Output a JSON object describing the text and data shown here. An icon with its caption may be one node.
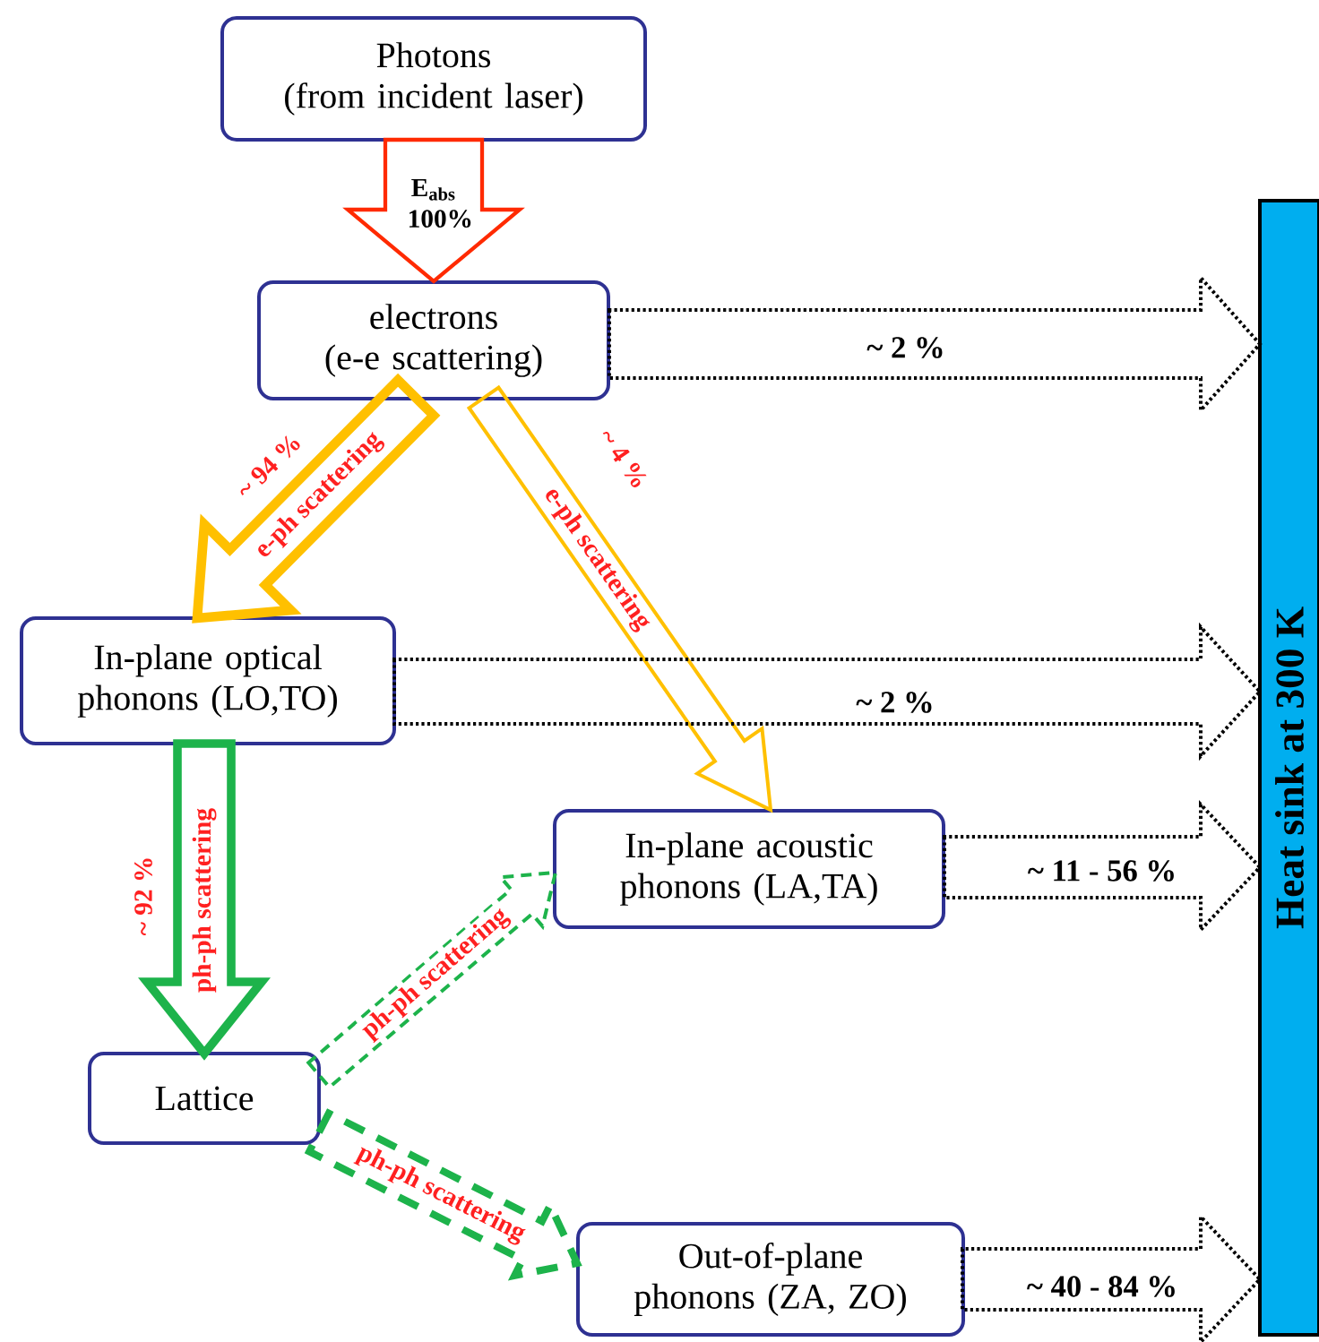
{
  "diagram": {
    "nodes": [
      {
        "text": [
          "Photons",
          "(from incident laser)"
        ]
      },
      {
        "text": [
          "electrons",
          "(e-e scattering)"
        ]
      },
      {
        "text": [
          "In-plane optical phonons (LO,TO)"
        ]
      },
      {
        "text": [
          "In-plane acoustic phonons (LA,TA)"
        ]
      },
      {
        "text": [
          "Lattice"
        ]
      },
      {
        "text": [
          "Out-of-plane phonons (ZA, ZO)"
        ]
      },
      {
        "text": [
          "Heat sink at 300 K"
        ]
      }
    ],
    "edges": [
      {
        "from": 0,
        "to": 1,
        "arrow": "to",
        "label": "E$_{abs}$ 100%",
        "color": "#ff2a00"
      },
      {
        "from": 1,
        "to": 2,
        "arrow": "to",
        "label": "e-ph scattering",
        "style": "thick",
        "color": "#ffc000"
      },
      {
        "from": 1,
        "to": 3,
        "arrow": "to",
        "label": "e-ph scattering",
        "color": "#ffc000"
      },
      {
        "from": 2,
        "to": 4,
        "arrow": "to",
        "label": "ph-ph scattering",
        "style": "thick",
        "color": "#1db34b"
      },
      {
        "from": 4,
        "to": 3,
        "arrow": "to",
        "label": "ph-ph scattering",
        "style": "dashed",
        "color": "#1db34b"
      },
      {
        "from": 4,
        "to": 5,
        "arrow": "to",
        "label": "ph-ph scattering",
        "style": "dashed",
        "color": "#1db34b"
      },
      {
        "from": 1,
        "to": 6,
        "arrow": "to",
        "label": "~ 2 %",
        "style": "dashed",
        "color": "#000000"
      },
      {
        "from": 2,
        "to": 6,
        "arrow": "to",
        "label": "~ 2 %",
        "style": "dashed",
        "color": "#000000"
      },
      {
        "from": 3,
        "to": 6,
        "arrow": "to",
        "label": "~ 11 - 56 %",
        "style": "dashed",
        "color": "#000000"
      },
      {
        "from": 5,
        "to": 6,
        "arrow": "to",
        "label": "~ 40 - 84 %",
        "style": "dashed",
        "color": "#000000"
      }
    ],
    "labels": [
      "~ 94 %",
      "~ 4 %",
      "~ 92 %"
    ]
  }
}
